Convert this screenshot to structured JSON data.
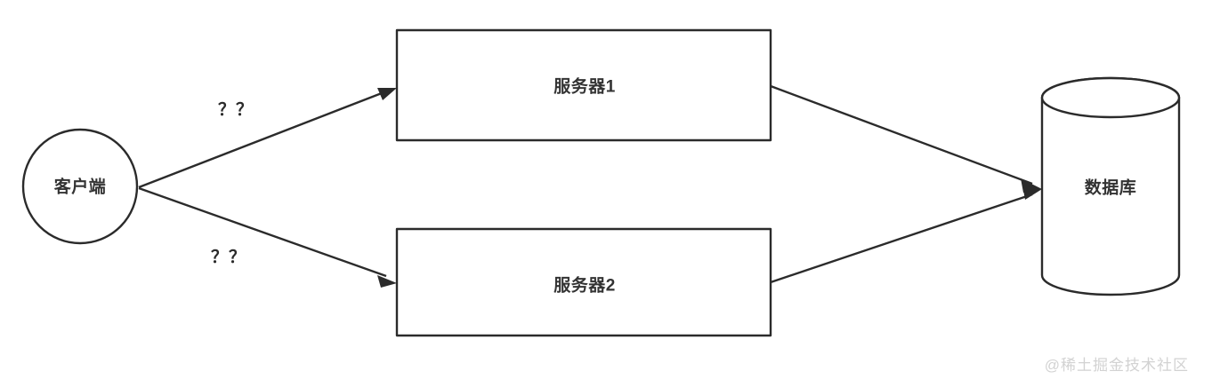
{
  "diagram": {
    "title": "client-server-database-architecture",
    "background_color": "#ffffff",
    "stroke_color": "#2b2b2b",
    "text_color": "#333333",
    "nodes": [
      {
        "id": "client",
        "shape": "circle",
        "label": "客户端"
      },
      {
        "id": "server1",
        "shape": "rectangle",
        "label": "服务器1"
      },
      {
        "id": "server2",
        "shape": "rectangle",
        "label": "服务器2"
      },
      {
        "id": "database",
        "shape": "cylinder",
        "label": "数据库"
      }
    ],
    "edges": [
      {
        "id": "client-to-server1",
        "from": "client",
        "to": "server1",
        "label": "？？"
      },
      {
        "id": "client-to-server2",
        "from": "client",
        "to": "server2",
        "label": "？？"
      },
      {
        "id": "server1-to-database",
        "from": "server1",
        "to": "database",
        "label": ""
      },
      {
        "id": "server2-to-database",
        "from": "server2",
        "to": "database",
        "label": ""
      }
    ]
  },
  "watermark": {
    "text": "@稀土掘金技术社区",
    "color": "#d2d2d2"
  }
}
